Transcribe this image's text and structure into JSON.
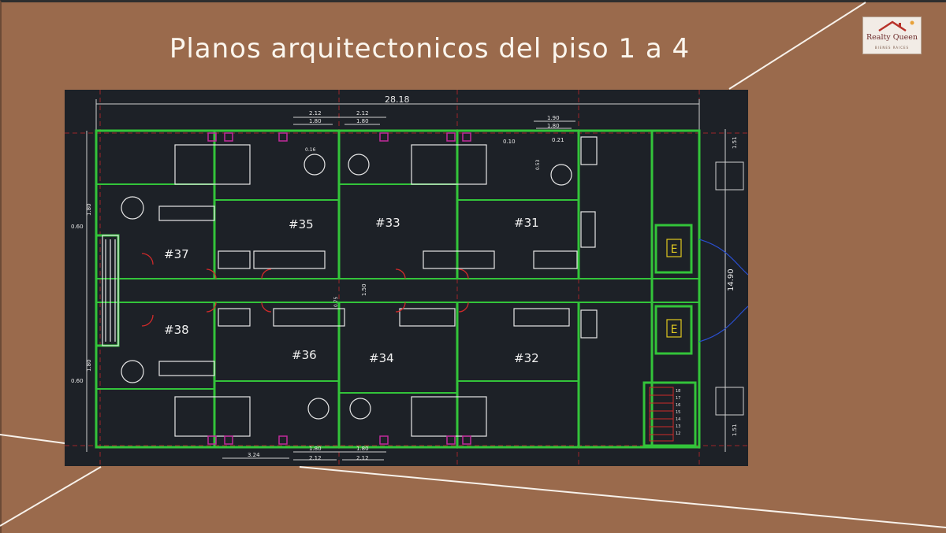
{
  "slide": {
    "title": "Planos arquitectonicos del piso 1 a 4",
    "colors": {
      "background": "#9a6a4c",
      "title": "#fbf6ee",
      "plan_bg": "#1d2127",
      "walls": "#33c43a",
      "accent": "#c12a9c"
    }
  },
  "logo": {
    "name": "Realty Queen",
    "subtitle": "BIENES RAICES",
    "icon": "house-roof-icon"
  },
  "plan": {
    "overall_width": "28.18",
    "overall_depth": "14.90",
    "side_top": "1.51",
    "side_bottom": "1.51",
    "left_180_top": "1.80",
    "left_060_top": "0.60",
    "left_180_bottom": "1.80",
    "left_060_bottom": "0.60",
    "top_212_a": "2.12",
    "top_180_a": "1.80",
    "top_212_b": "2.12",
    "top_180_b": "1.80",
    "top_190": "1.90",
    "top_180_c": "1.80",
    "top_010": "0.10",
    "top_021": "0.21",
    "bottom_324": "3.24",
    "bottom_180_a": "1.80",
    "bottom_212_a": "2.12",
    "bottom_180_b": "1.80",
    "bottom_212_b": "2.12",
    "corridor_150": "1.50",
    "corridor_075": "0.75",
    "unit_labels": {
      "u37": "#37",
      "u35": "#35",
      "u33": "#33",
      "u31": "#31",
      "u38": "#38",
      "u36": "#36",
      "u34": "#34",
      "u32": "#32"
    },
    "elevator_mark_top": "E",
    "elevator_mark_bottom": "E",
    "stair_numbers": [
      "18",
      "17",
      "16",
      "15",
      "14",
      "13",
      "12"
    ],
    "small_016": "0.16",
    "small_053": "0.53"
  }
}
